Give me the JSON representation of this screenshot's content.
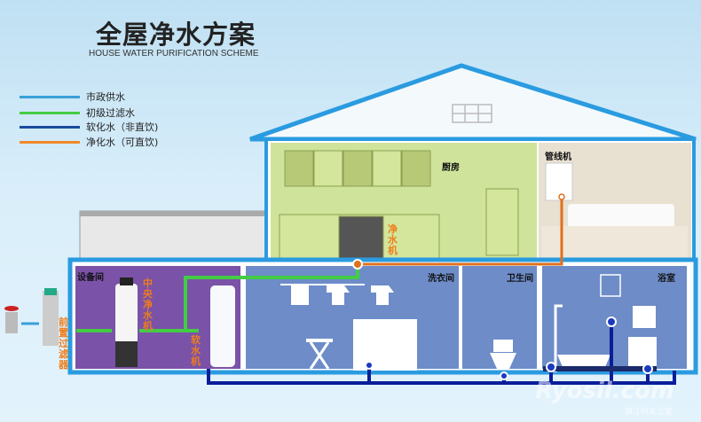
{
  "header": {
    "title": "全屋净水方案",
    "subtitle": "HOUSE WATER PURIFICATION SCHEME"
  },
  "legend": [
    {
      "label": "市政供水",
      "color": "#3aa0d8"
    },
    {
      "label": "初级过滤水",
      "color": "#44cc44"
    },
    {
      "label": "软化水（非直饮)",
      "color": "#1a4c9c"
    },
    {
      "label": "净化水（可直饮)",
      "color": "#f08a2a"
    }
  ],
  "rooms": {
    "equipment": "设备间",
    "laundry": "洗衣间",
    "toilet": "卫生间",
    "bathroom": "浴室",
    "kitchen": "厨房",
    "living": "管线机"
  },
  "devices": {
    "central_purifier": "中央净水机",
    "softener": "软水机",
    "prefilter": "前置过滤器",
    "kitchen_purifier": "净水机"
  },
  "colors": {
    "roof": "#2a9be0",
    "equipment_room": "#7a52a8",
    "lower_rooms": "#6d8cc8",
    "kitchen": "#cfe39a",
    "soft_pipe": "#0a1e9a",
    "green_pipe": "#44cc44",
    "orange_pipe": "#e0701e"
  },
  "watermark": {
    "logo": "Ryosil.com",
    "sub": "镇江网友之家"
  }
}
